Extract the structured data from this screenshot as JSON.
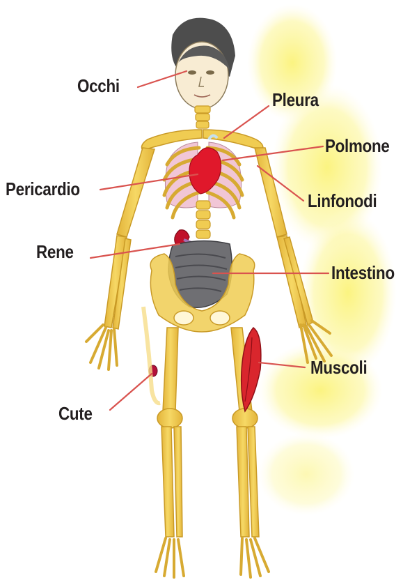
{
  "labels": {
    "occhi": "Occhi",
    "pleura": "Pleura",
    "polmone": "Polmone",
    "pericardio": "Pericardio",
    "linfonodi": "Linfonodi",
    "rene": "Rene",
    "intestino": "Intestino",
    "muscoli": "Muscoli",
    "cute": "Cute"
  },
  "colors": {
    "bone": "#f0cc52",
    "bone_outline": "#c99a26",
    "leader_line": "#d9534f",
    "organ_red": "#e0182b",
    "lung": "#f1c6d6",
    "intestine": "#6f6f73",
    "glow": "#fbf37a",
    "hair": "#555555",
    "text": "#231f20"
  }
}
